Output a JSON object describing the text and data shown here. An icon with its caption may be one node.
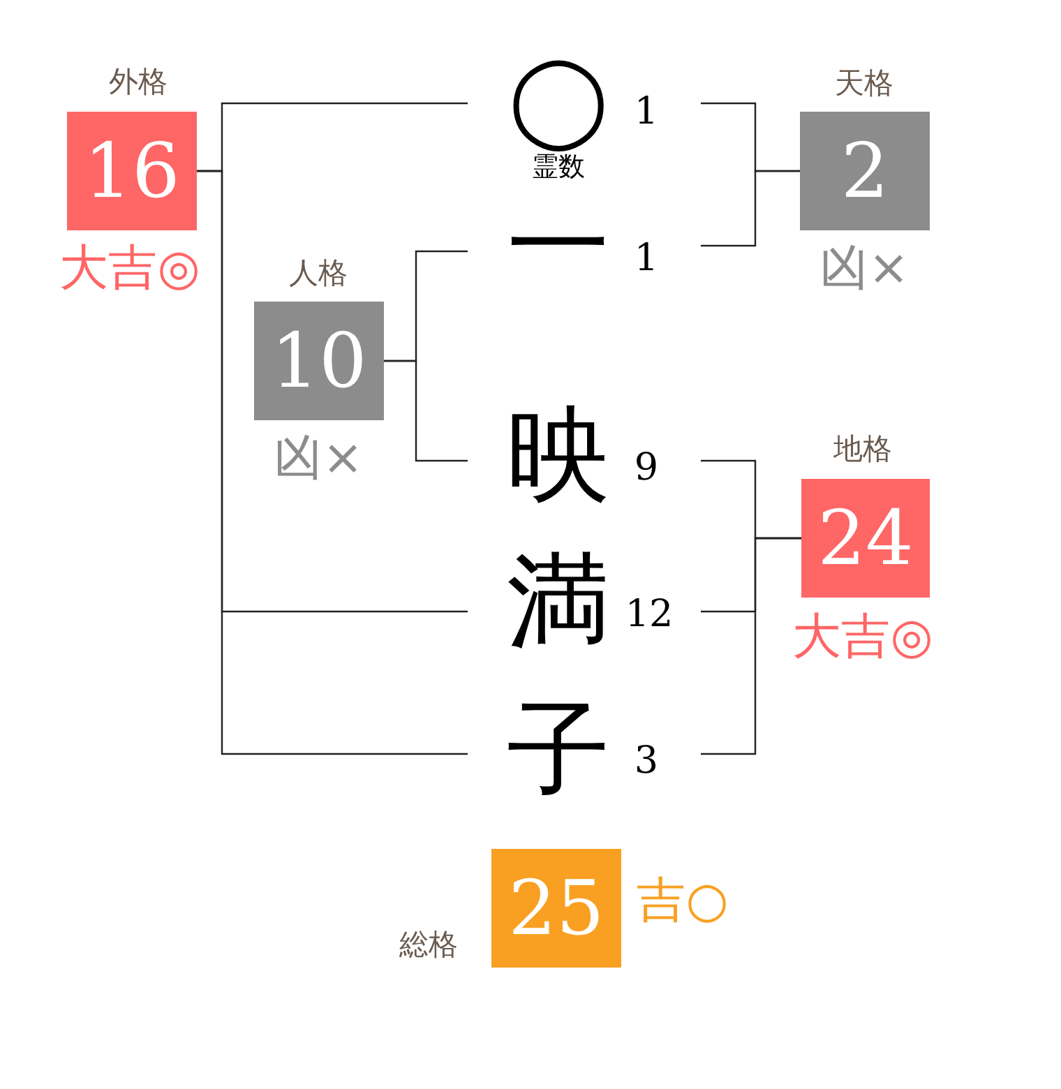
{
  "diagram": {
    "nodes": [
      {
        "text": [
          "外格",
          "16"
        ],
        "beside": [
          "大吉◎"
        ]
      },
      {
        "text": [
          "◯",
          "霊数"
        ],
        "beside": [
          "1"
        ]
      },
      {
        "text": [
          "天格",
          "2"
        ],
        "beside": [
          "凶×"
        ]
      },
      {
        "text": [
          "一"
        ],
        "beside": [
          "1"
        ]
      },
      {
        "text": [
          "人格",
          "10"
        ],
        "beside": [
          "凶×"
        ]
      },
      {
        "text": [
          "映"
        ],
        "beside": [
          "9"
        ]
      },
      {
        "text": [
          "地格",
          "24"
        ],
        "beside": [
          "大吉◎"
        ]
      },
      {
        "text": [
          "満"
        ],
        "beside": [
          "12"
        ]
      },
      {
        "text": [
          "子"
        ],
        "beside": [
          "3"
        ]
      },
      {
        "text": [
          "総格",
          "25"
        ],
        "beside": [
          "吉○"
        ]
      }
    ],
    "edges": [
      {
        "from": 1,
        "to": 0,
        "arrow": "none"
      },
      {
        "from": 7,
        "to": 0,
        "arrow": "none"
      },
      {
        "from": 8,
        "to": 0,
        "arrow": "none"
      },
      {
        "from": 1,
        "to": 2,
        "arrow": "none"
      },
      {
        "from": 3,
        "to": 2,
        "arrow": "none"
      },
      {
        "from": 3,
        "to": 4,
        "arrow": "none"
      },
      {
        "from": 5,
        "to": 4,
        "arrow": "none"
      },
      {
        "from": 5,
        "to": 6,
        "arrow": "none"
      },
      {
        "from": 7,
        "to": 6,
        "arrow": "none"
      },
      {
        "from": 8,
        "to": 6,
        "arrow": "none"
      }
    ]
  }
}
